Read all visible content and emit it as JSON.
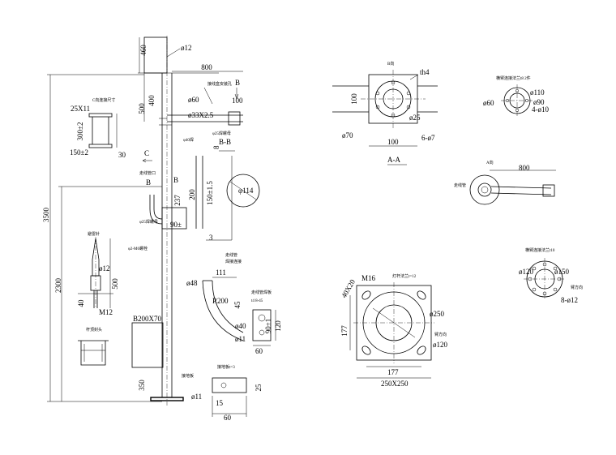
{
  "pole": {
    "dim_460": "460",
    "dim_d12": "ø12",
    "dim_800": "800",
    "dim_400": "400",
    "dim_500": "500",
    "dim_d60": "ø60",
    "dim_100": "100",
    "dim_d33": "ø33X2.5",
    "dim_3500": "3500",
    "dim_2300": "2300",
    "dim_237": "237",
    "dim_90pm": "90±",
    "dim_350": "350",
    "box_label": "B200X70",
    "mark_b": "B",
    "mark_c": "C"
  },
  "c_detail": {
    "title": "C向连接尺寸",
    "dim_25x11": "25X11",
    "dim_300": "300±2",
    "dim_150": "150±2",
    "dim_30": "30"
  },
  "bb_section": {
    "label": "B-B",
    "dim_8": "8",
    "dim_200": "200",
    "dim_150": "150±1.5",
    "dim_3": "3",
    "pipe": "φ114"
  },
  "rod_detail": {
    "title": "避雷针",
    "dim_d12": "ø12",
    "dim_500": "500",
    "dim_40": "40",
    "dim_m12": "M12"
  },
  "cap_detail": {
    "title": "杆顶封头"
  },
  "conduit": {
    "title1": "走线管",
    "title2": "焊接连接",
    "dim_111": "111",
    "dim_d48": "ø48",
    "dim_r200": "R200",
    "dim_45": "45"
  },
  "flange_small": {
    "title": "走线管焊板",
    "note": "t4 8-45",
    "dim_d40": "ø40",
    "dim_d11": "ø11",
    "dim_90": "90±1",
    "dim_120": "120",
    "dim_60": "60"
  },
  "ground_plate": {
    "title": "接地板t=3",
    "dim_d11": "ø11",
    "dim_15": "15",
    "dim_25": "25",
    "dim_60": "60"
  },
  "aa_view": {
    "label": "B向",
    "th": "th4",
    "dim_100v": "100",
    "dim_d25": "ø25",
    "dim_d70": "ø70",
    "dim_6d7": "6-ø7",
    "dim_100h": "100",
    "section": "A-A"
  },
  "arm_flange": {
    "title": "横臂连接法兰t8 2件",
    "dim_d110": "ø110",
    "dim_d60": "ø60",
    "dim_d90": "ø90",
    "dim_4d10": "4-ø10"
  },
  "a_view": {
    "label": "A向",
    "dim_800": "800"
  },
  "pole_flange": {
    "title": "横臂连接法兰t10",
    "dim_d120": "ø120",
    "dim_d150": "ø150",
    "dir": "臂方向",
    "dim_8d12": "8-ø12"
  },
  "base_flange": {
    "title": "灯杆法兰t=12",
    "dim_40x20": "40X20",
    "dim_m16": "M16",
    "dim_d250": "ø250",
    "dim_177v": "177",
    "dim_d120": "ø120",
    "dim_177h": "177",
    "dim_250": "250X250",
    "dir": "臂方向"
  }
}
